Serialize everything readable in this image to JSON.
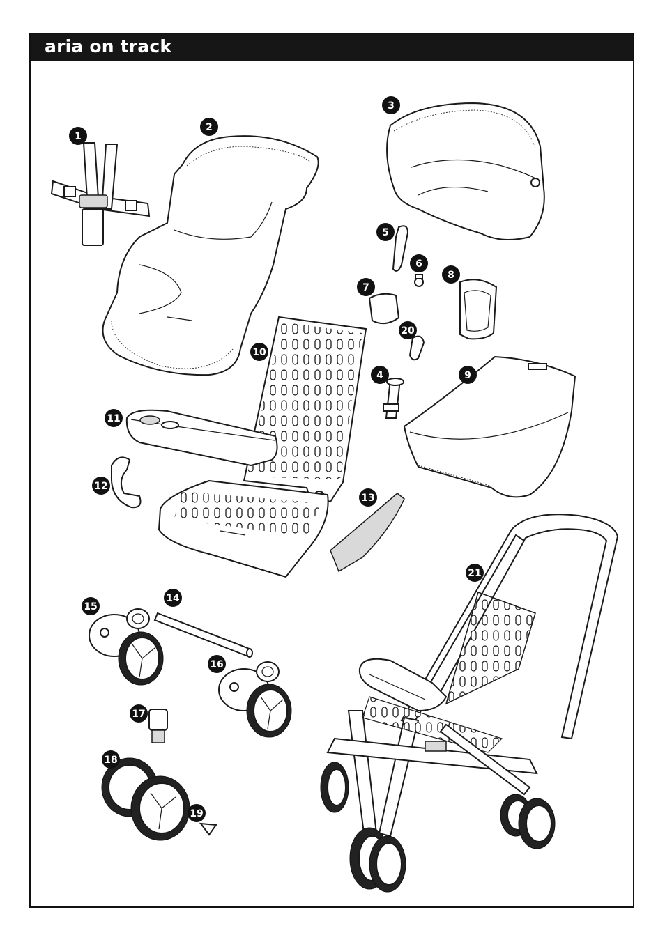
{
  "header": {
    "title": "aria on track"
  },
  "parts": [
    {
      "id": "part-1",
      "label": "1"
    },
    {
      "id": "part-2",
      "label": "2"
    },
    {
      "id": "part-3",
      "label": "3"
    },
    {
      "id": "part-4",
      "label": "4"
    },
    {
      "id": "part-5",
      "label": "5"
    },
    {
      "id": "part-6",
      "label": "6"
    },
    {
      "id": "part-7",
      "label": "7"
    },
    {
      "id": "part-8",
      "label": "8"
    },
    {
      "id": "part-9",
      "label": "9"
    },
    {
      "id": "part-10",
      "label": "10"
    },
    {
      "id": "part-11",
      "label": "11"
    },
    {
      "id": "part-12",
      "label": "12"
    },
    {
      "id": "part-13",
      "label": "13"
    },
    {
      "id": "part-14",
      "label": "14"
    },
    {
      "id": "part-15",
      "label": "15"
    },
    {
      "id": "part-16",
      "label": "16"
    },
    {
      "id": "part-17",
      "label": "17"
    },
    {
      "id": "part-18",
      "label": "18"
    },
    {
      "id": "part-19",
      "label": "19"
    },
    {
      "id": "part-20",
      "label": "20"
    },
    {
      "id": "part-21",
      "label": "21"
    }
  ]
}
